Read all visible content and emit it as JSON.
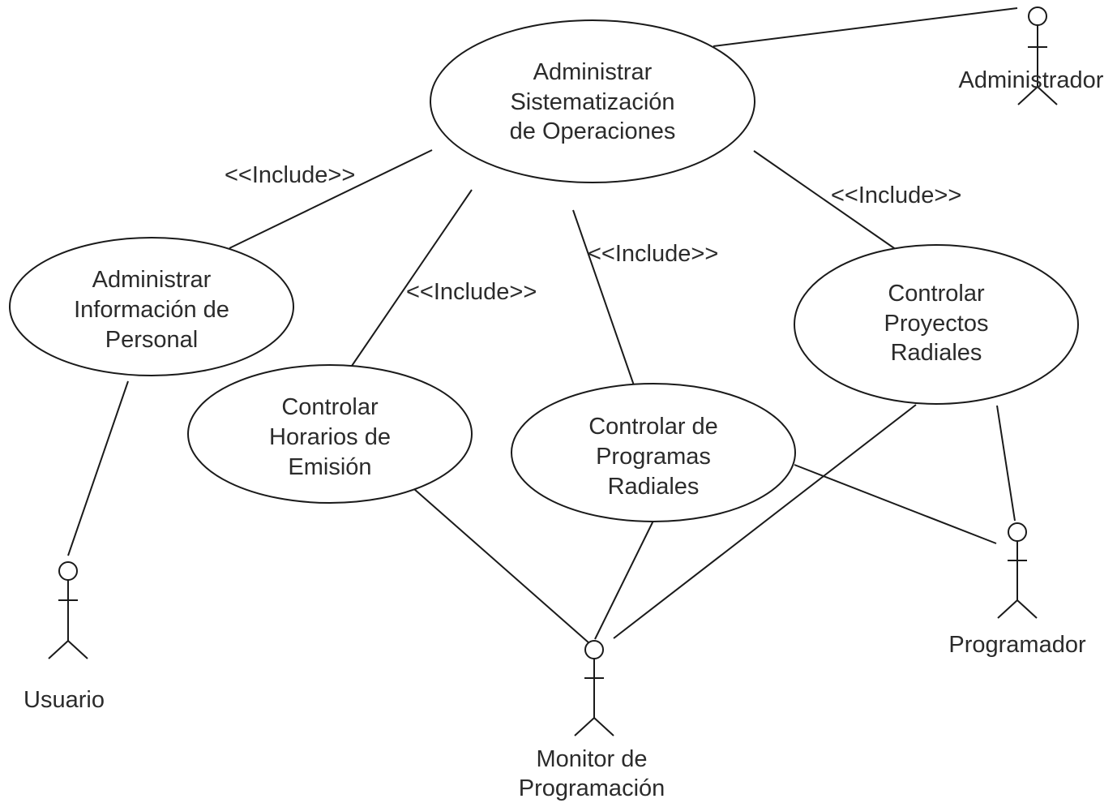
{
  "diagram": {
    "use_cases": {
      "admin_ops": [
        "Administrar",
        "Sistematización",
        "de Operaciones"
      ],
      "admin_personal": [
        "Administrar",
        "Información de",
        "Personal"
      ],
      "horarios": [
        "Controlar",
        "Horarios de",
        "Emisión"
      ],
      "programas": [
        "Controlar de",
        "Programas",
        "Radiales"
      ],
      "proyectos": [
        "Controlar",
        "Proyectos",
        "Radiales"
      ]
    },
    "actors": {
      "administrador": [
        "Administrador"
      ],
      "usuario": [
        "Usuario"
      ],
      "monitor": [
        "Monitor de",
        "Programación"
      ],
      "programador": [
        "Programador"
      ]
    },
    "relations": {
      "include_1": "<<Include>>",
      "include_2": "<<Include>>",
      "include_3": "<<Include>>",
      "include_4": "<<Include>>"
    }
  }
}
